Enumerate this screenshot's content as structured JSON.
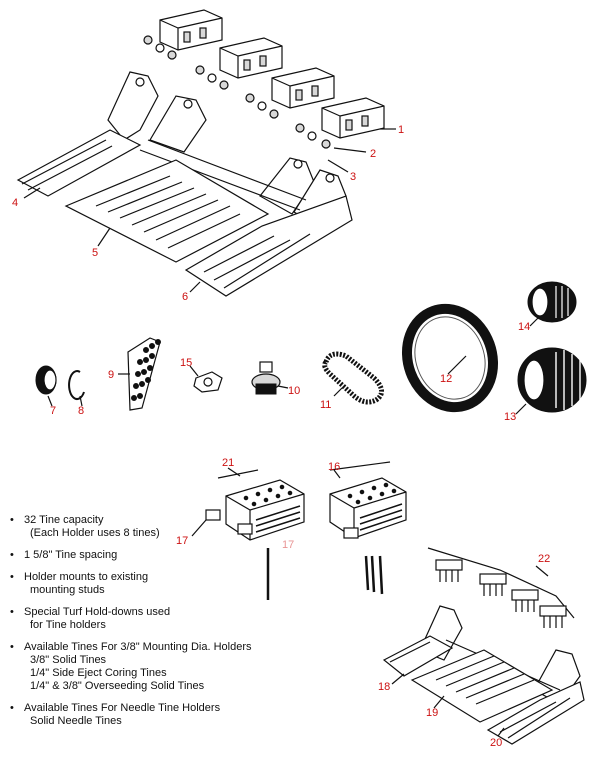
{
  "callouts": {
    "c1": "1",
    "c2": "2",
    "c3": "3",
    "c4": "4",
    "c5": "5",
    "c6": "6",
    "c7": "7",
    "c8": "8",
    "c9": "9",
    "c10": "10",
    "c11": "11",
    "c12": "12",
    "c13": "13",
    "c14": "14",
    "c15": "15",
    "c16": "16",
    "c17": "17",
    "c18": "18",
    "c19": "19",
    "c20": "20",
    "c21": "21",
    "c22": "22"
  },
  "notes": [
    {
      "bullet": "•",
      "lines": [
        "32 Tine capacity",
        "(Each Holder uses 8 tines)"
      ]
    },
    {
      "bullet": "•",
      "lines": [
        "1 5/8\" Tine spacing"
      ]
    },
    {
      "bullet": "•",
      "lines": [
        "Holder mounts to existing",
        "mounting studs"
      ]
    },
    {
      "bullet": "•",
      "lines": [
        "Special Turf Hold-downs used",
        "for Tine holders"
      ]
    },
    {
      "bullet": "•",
      "lines": [
        "Available Tines For 3/8\" Mounting Dia. Holders",
        "3/8\" Solid Tines",
        "1/4\" Side Eject Coring Tines",
        "1/4\" & 3/8\" Overseeding Solid Tines"
      ]
    },
    {
      "bullet": "•",
      "lines": [
        "Available Tines For Needle Tine Holders",
        "Solid Needle Tines"
      ]
    }
  ]
}
